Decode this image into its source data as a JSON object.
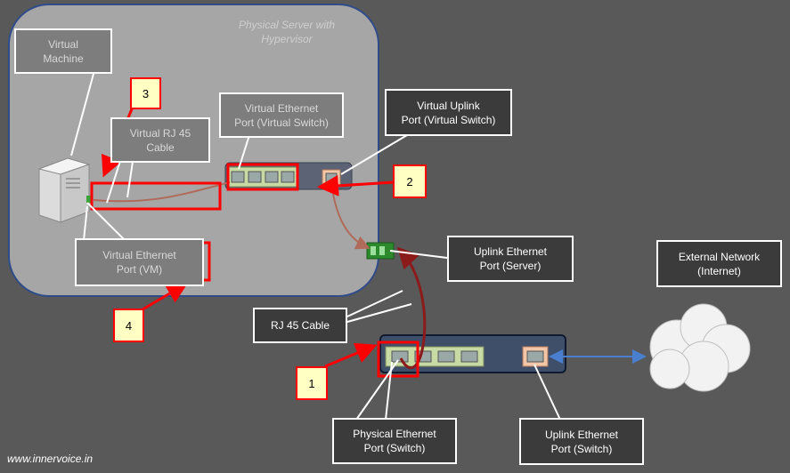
{
  "server": {
    "title": "Physical Server with\nHypervisor"
  },
  "labels": {
    "virtual_machine": "Virtual\nMachine",
    "virtual_rj45": "Virtual RJ 45\nCable",
    "virtual_eth_vswitch": "Virtual Ethernet\nPort (Virtual Switch)",
    "virtual_uplink": "Virtual Uplink\nPort (Virtual Switch)",
    "virtual_eth_vm": "Virtual Ethernet\nPort (VM)",
    "uplink_server": "Uplink Ethernet\nPort (Server)",
    "rj45_cable": "RJ 45 Cable",
    "external_network": "External Network\n(Internet)",
    "physical_eth_switch": "Physical Ethernet\nPort (Switch)",
    "uplink_switch": "Uplink Ethernet\nPort (Switch)"
  },
  "markers": {
    "m1": "1",
    "m2": "2",
    "m3": "3",
    "m4": "4"
  },
  "footer": "www.innervoice.in",
  "colors": {
    "background": "#595959",
    "highlight": "#ff0000",
    "link": "#4a7fd0",
    "cable": "#8b1a1a"
  }
}
